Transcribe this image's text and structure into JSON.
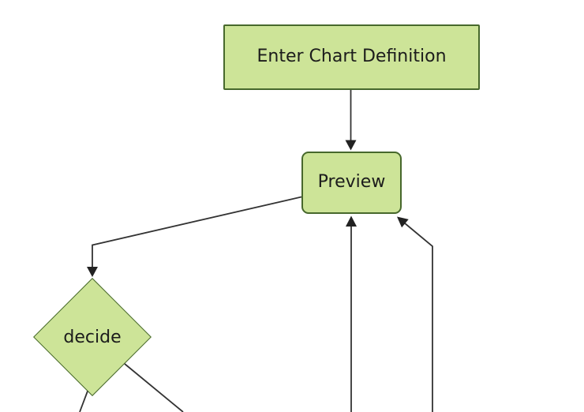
{
  "diagram": {
    "type": "flowchart",
    "direction": "top-down",
    "background_color": "#ffffff",
    "colors": {
      "node_fill": "#cde498",
      "node_border": "#47682c",
      "edge_stroke": "#333333",
      "arrowhead_fill": "#222222",
      "label_text": "#1c1c1c"
    },
    "nodes": [
      {
        "id": "enter-chart-definition",
        "label": "Enter Chart Definition",
        "shape": "rectangle"
      },
      {
        "id": "preview",
        "label": "Preview",
        "shape": "rounded-rectangle"
      },
      {
        "id": "decide",
        "label": "decide",
        "shape": "diamond"
      }
    ],
    "edges": [
      {
        "from": "enter-chart-definition",
        "to": "preview",
        "arrowhead": true
      },
      {
        "from": "preview",
        "to": "decide",
        "arrowhead": true
      },
      {
        "from": "offscreen-bottom",
        "to": "preview",
        "arrowhead": true
      },
      {
        "from": "offscreen-bottom-right",
        "to": "preview",
        "arrowhead": true
      },
      {
        "from": "decide",
        "to": "offscreen-bottom-left",
        "arrowhead": false
      },
      {
        "from": "decide",
        "to": "offscreen-bottom-right",
        "arrowhead": false
      }
    ]
  }
}
